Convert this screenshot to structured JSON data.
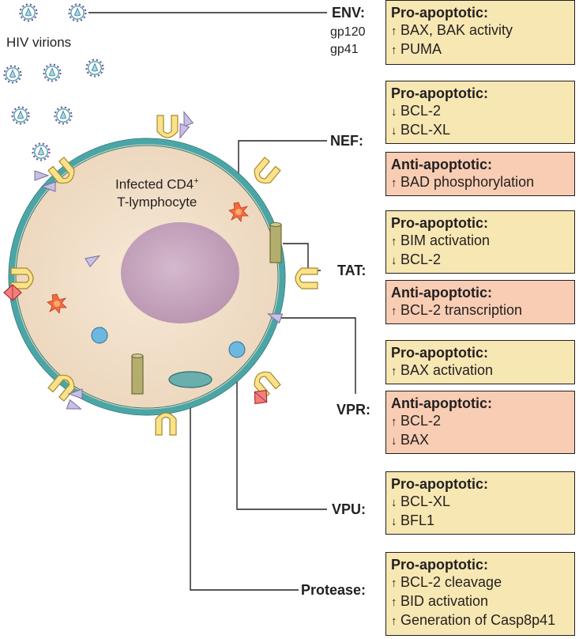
{
  "virus_label": "HIV virions",
  "cell_label_line1": "Infected CD4",
  "cell_label_sup": "+",
  "cell_label_line2": "T-lymphocyte",
  "env": {
    "label": "ENV:",
    "sub1": "gp120",
    "sub2": "gp41"
  },
  "nef": {
    "label": "NEF:"
  },
  "tat": {
    "label": "TAT:"
  },
  "vpr": {
    "label": "VPR:"
  },
  "vpu": {
    "label": "VPU:"
  },
  "protease": {
    "label": "Protease:"
  },
  "arrow_up": "↑",
  "arrow_down": "↓",
  "boxes": {
    "env_pro": {
      "title": "Pro-apoptotic:",
      "l1": "BAX, BAK activity",
      "l2": "PUMA"
    },
    "nef_pro": {
      "title": "Pro-apoptotic:",
      "l1": "BCL-2",
      "l2": "BCL-XL"
    },
    "nef_anti": {
      "title": "Anti-apoptotic:",
      "l1": "BAD phosphorylation"
    },
    "tat_pro": {
      "title": "Pro-apoptotic:",
      "l1": "BIM activation",
      "l2": "BCL-2"
    },
    "tat_anti": {
      "title": "Anti-apoptotic:",
      "l1": "BCL-2 transcription"
    },
    "vpr_pro": {
      "title": "Pro-apoptotic:",
      "l1": "BAX activation"
    },
    "vpr_anti": {
      "title": "Anti-apoptotic:",
      "l1": "BCL-2",
      "l2": "BAX"
    },
    "vpu_pro": {
      "title": "Pro-apoptotic:",
      "l1": "BCL-XL",
      "l2": "BFL1"
    },
    "protease_pro": {
      "title": "Pro-apoptotic:",
      "l1": "BCL-2 cleavage",
      "l2": "BID activation",
      "l3": "Generation of Casp8p41"
    }
  },
  "colors": {
    "pro_box": "#f7e7b2",
    "anti_box": "#f8cdb3",
    "cell_fill": "#f1dfc8",
    "membrane": "#4aa6a6",
    "nucleus": "#c9a9c1",
    "virion_core": "#a8d8e8",
    "spike": "#7a5aa8",
    "receptor": "#fbe28a",
    "star": "#f26b3a",
    "triangle": "#c8c0e0",
    "circle": "#6cb8e0",
    "cylinder": "#b4ae6e",
    "ellipse": "#6aaeae"
  },
  "icons": [
    "virion-icon",
    "receptor-icon",
    "star-icon",
    "triangle-icon",
    "circle-icon",
    "cylinder-icon",
    "ellipse-icon",
    "double-triangle-icon"
  ]
}
